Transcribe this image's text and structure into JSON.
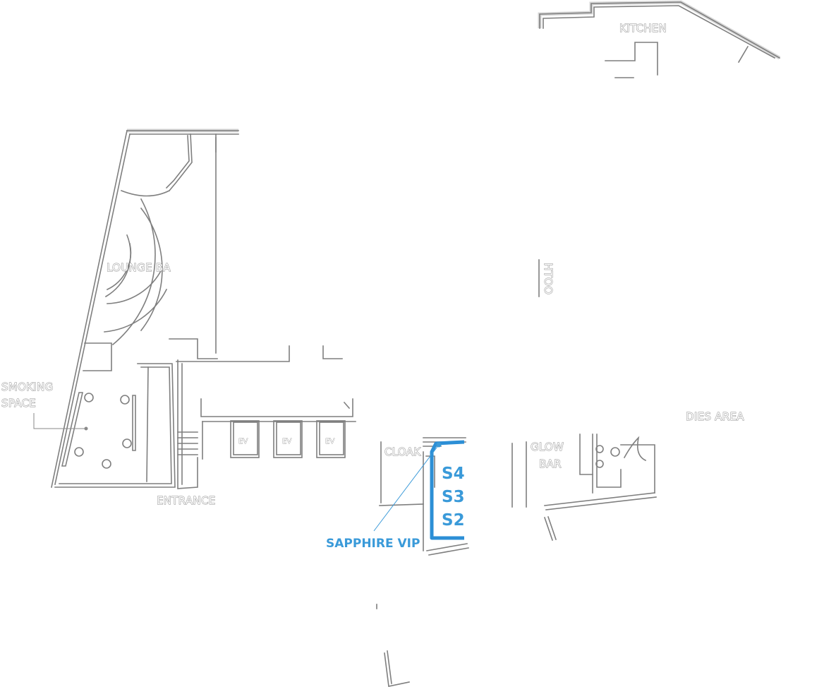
{
  "floorplan": {
    "areas": {
      "kitchen": "KITCHEN",
      "lounge_bar": "LOUNGE BA",
      "smoking_line1": "SMOKING",
      "smoking_line2": "SPACE",
      "entrance": "ENTRANCE",
      "cloak": "CLOAK",
      "glow_line1": "GLOW",
      "glow_line2": "BAR",
      "ladies_area": "DIES AREA",
      "booth": "HTOO"
    },
    "elevators": [
      "EV",
      "EV",
      "EV"
    ],
    "vip": {
      "label": "SAPPHIRE VIP",
      "rooms": [
        "S4",
        "S3",
        "S2"
      ],
      "color": "#3a9ad9"
    }
  }
}
